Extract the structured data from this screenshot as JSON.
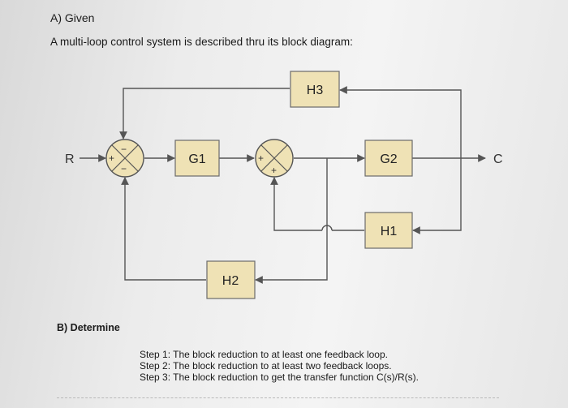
{
  "header": {
    "section_a": "A) Given",
    "intro": "A multi-loop control system is described thru its block diagram:"
  },
  "diagram": {
    "input_label": "R",
    "output_label": "C",
    "blocks": {
      "g1": "G1",
      "g2": "G2",
      "h1": "H1",
      "h2": "H2",
      "h3": "H3"
    },
    "sum1_signs": {
      "left": "+",
      "top": "−",
      "bottom": "−"
    },
    "sum2_signs": {
      "left": "+",
      "bottom": "+"
    }
  },
  "section_b": {
    "title": "B) Determine",
    "steps": [
      "Step 1: The block reduction to at least one feedback loop.",
      "Step 2: The block reduction to at least two feedback loops.",
      "Step 3: The block reduction to get the transfer function C(s)/R(s)."
    ]
  },
  "colors": {
    "block_fill": "#efe2b5",
    "block_stroke": "#6b6b6b",
    "line": "#555555",
    "summer_fill": "#efe2b5"
  }
}
